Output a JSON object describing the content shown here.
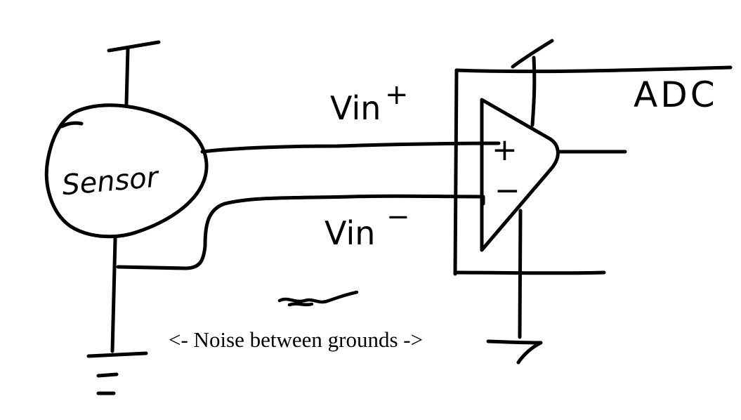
{
  "labels": {
    "sensor": "Sensor",
    "vin_plus": "Vin",
    "vin_plus_sign": "+",
    "vin_minus": "Vin",
    "vin_minus_sign": "−",
    "opamp_plus": "+",
    "opamp_minus": "−",
    "adc": "ADC",
    "noise_caption": "<- Noise between grounds ->"
  },
  "colors": {
    "ink": "#000000",
    "background": "#ffffff"
  }
}
